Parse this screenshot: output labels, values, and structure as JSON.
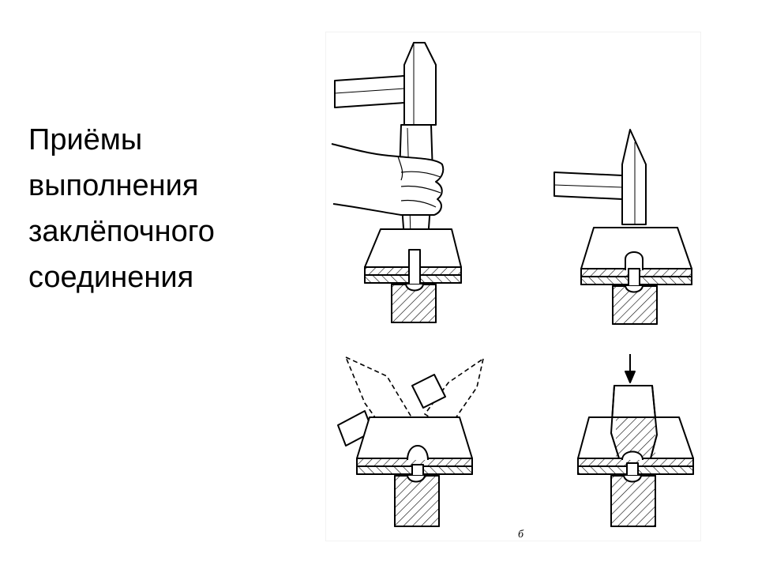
{
  "slide": {
    "title_lines": [
      "Приёмы",
      "выполнения",
      "заклёпочного",
      "соединения"
    ]
  },
  "figure": {
    "caption": "б",
    "colors": {
      "line": "#000000",
      "paper": "#ffffff",
      "frame": "#f2f2f2"
    },
    "panels": [
      "rivet-shank-setting",
      "rivet-upsetting-hammer",
      "rivet-head-forming",
      "rivet-head-finishing"
    ]
  }
}
